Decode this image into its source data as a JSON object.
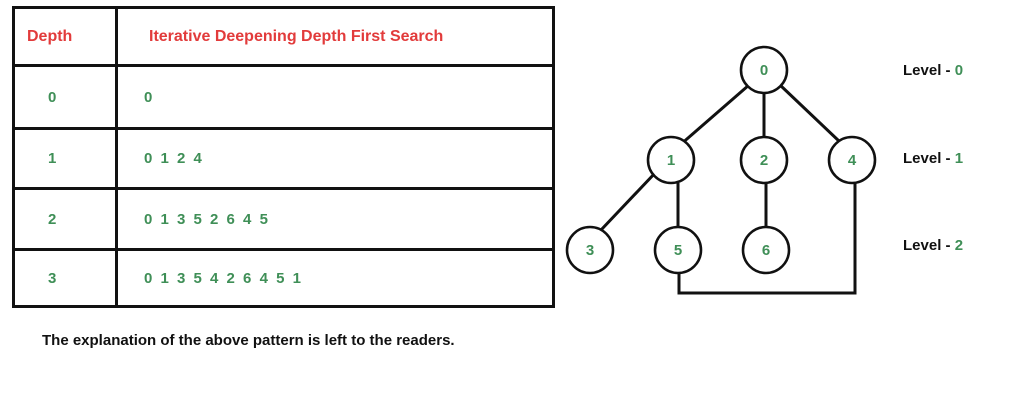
{
  "table": {
    "headers": [
      "Depth",
      "Iterative Deepening Depth First Search"
    ],
    "rows": [
      {
        "depth": "0",
        "sequence": "0"
      },
      {
        "depth": "1",
        "sequence": "0 1 2 4"
      },
      {
        "depth": "2",
        "sequence": "0 1 3 5 2 6 4 5"
      },
      {
        "depth": "3",
        "sequence": "0 1 3 5 4 2 6 4 5 1"
      }
    ]
  },
  "footnote": "The explanation of the above pattern is left to the readers.",
  "tree": {
    "nodes": [
      "0",
      "1",
      "2",
      "4",
      "3",
      "5",
      "6"
    ],
    "levels": [
      {
        "text": "Level - ",
        "num": "0"
      },
      {
        "text": "Level - ",
        "num": "1"
      },
      {
        "text": "Level - ",
        "num": "2"
      }
    ]
  },
  "colors": {
    "header_red": "#e23b3b",
    "value_green": "#3f8f57",
    "line_black": "#111111"
  }
}
